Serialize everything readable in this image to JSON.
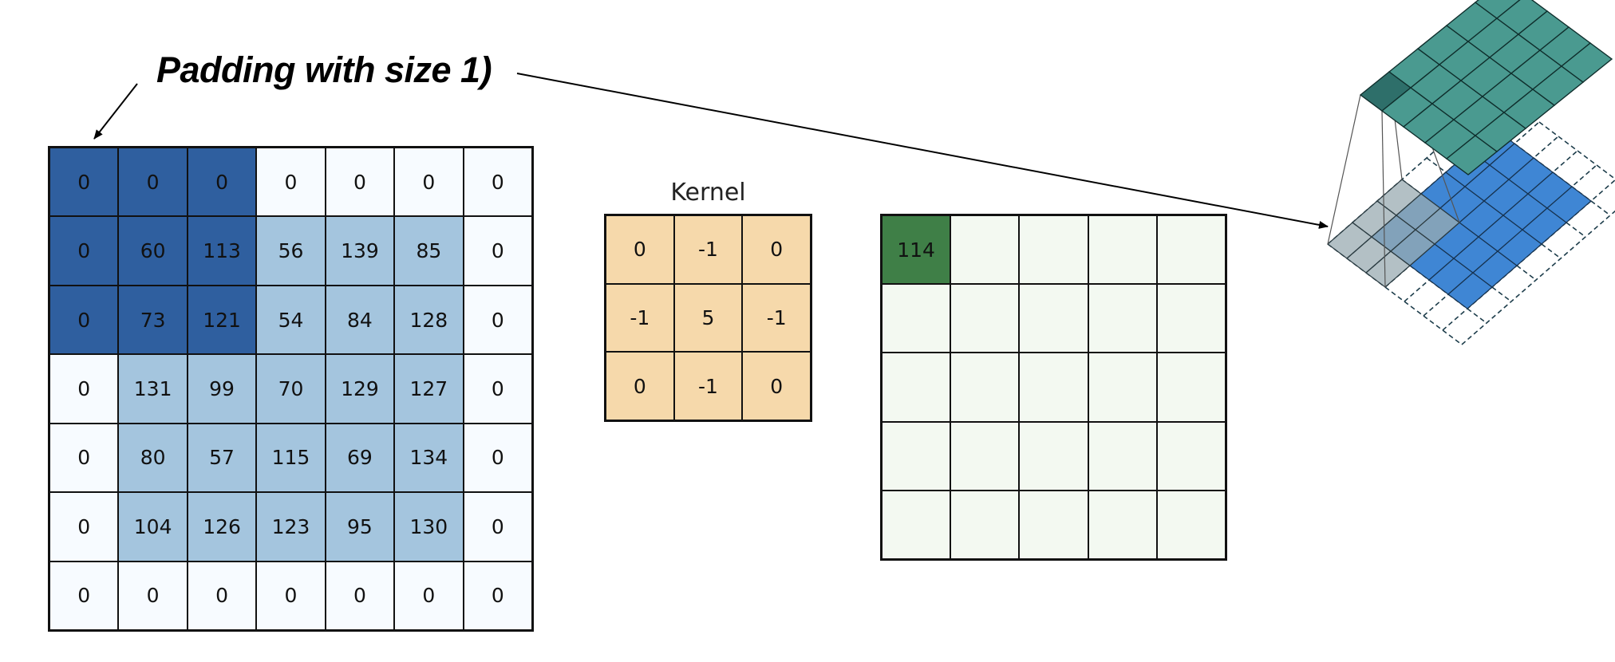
{
  "annotation": {
    "text": "Padding with size 1)"
  },
  "input_matrix": {
    "values": [
      [
        0,
        0,
        0,
        0,
        0,
        0,
        0
      ],
      [
        0,
        60,
        113,
        56,
        139,
        85,
        0
      ],
      [
        0,
        73,
        121,
        54,
        84,
        128,
        0
      ],
      [
        0,
        131,
        99,
        70,
        129,
        127,
        0
      ],
      [
        0,
        80,
        57,
        115,
        69,
        134,
        0
      ],
      [
        0,
        104,
        126,
        123,
        95,
        130,
        0
      ],
      [
        0,
        0,
        0,
        0,
        0,
        0,
        0
      ]
    ],
    "padding": 1,
    "window_rows": 3,
    "window_cols": 3,
    "colors": {
      "padding": "#f7fbff",
      "image": "#a4c5de",
      "window": "#2f5f9f"
    }
  },
  "kernel": {
    "title": "Kernel",
    "values": [
      [
        0,
        -1,
        0
      ],
      [
        -1,
        5,
        -1
      ],
      [
        0,
        -1,
        0
      ]
    ],
    "color": "#f6d9ab"
  },
  "output_matrix": {
    "rows": 5,
    "cols": 5,
    "computed": [
      [
        114,
        "",
        "",
        "",
        ""
      ]
    ],
    "colors": {
      "empty": "#f3f9f1",
      "computed": "#3f7f47"
    }
  },
  "illustration": {
    "colors": {
      "output": "#4a9a90",
      "input": "#3f86d4",
      "highlight": "#9aabb2"
    }
  }
}
